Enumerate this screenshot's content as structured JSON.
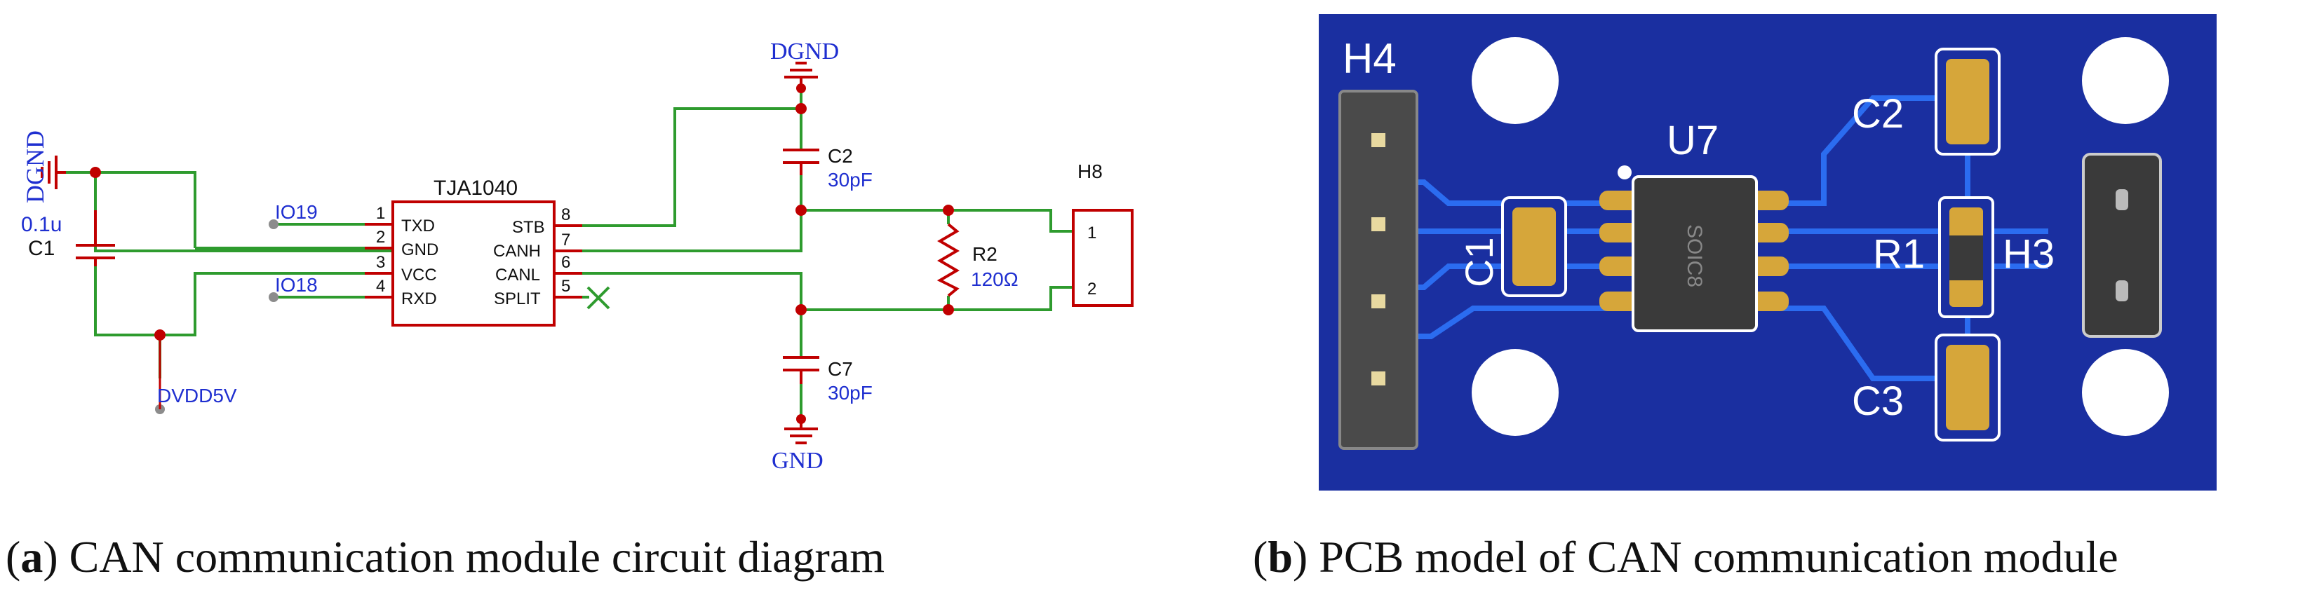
{
  "schematic": {
    "ic": {
      "name": "TJA1040",
      "left_pins": [
        {
          "num": "1",
          "name": "TXD"
        },
        {
          "num": "2",
          "name": "GND"
        },
        {
          "num": "3",
          "name": "VCC"
        },
        {
          "num": "4",
          "name": "RXD"
        }
      ],
      "right_pins": [
        {
          "num": "8",
          "name": "STB"
        },
        {
          "num": "7",
          "name": "CANH"
        },
        {
          "num": "6",
          "name": "CANL"
        },
        {
          "num": "5",
          "name": "SPLIT"
        }
      ]
    },
    "net_labels": {
      "io19": "IO19",
      "io18": "IO18",
      "dvdd": "DVDD5V"
    },
    "power": {
      "dgnd_left": "DGND",
      "dgnd_top": "DGND",
      "gnd_bottom": "GND"
    },
    "c1": {
      "value": "0.1u",
      "ref": "C1"
    },
    "c2": {
      "ref": "C2",
      "value": "30pF"
    },
    "c7": {
      "ref": "C7",
      "value": "30pF"
    },
    "r2": {
      "ref": "R2",
      "value": "120Ω"
    },
    "h8": {
      "ref": "H8",
      "pin1": "1",
      "pin2": "2"
    }
  },
  "pcb": {
    "labels": {
      "h4": "H4",
      "u7": "U7",
      "c1": "C1",
      "c2": "C2",
      "r1": "R1",
      "h3": "H3",
      "c3": "C3",
      "package": "SOIC8"
    }
  },
  "captions": {
    "a_letter": "a",
    "a_text": " CAN communication module circuit diagram",
    "b_letter": "b",
    "b_text": " PCB model of CAN communication module"
  },
  "colors": {
    "wire": "#2e9b2e",
    "component": "#c00000",
    "label": "#1f2fd0",
    "board": "#1a2fa0",
    "pad": "#d6a63a"
  }
}
